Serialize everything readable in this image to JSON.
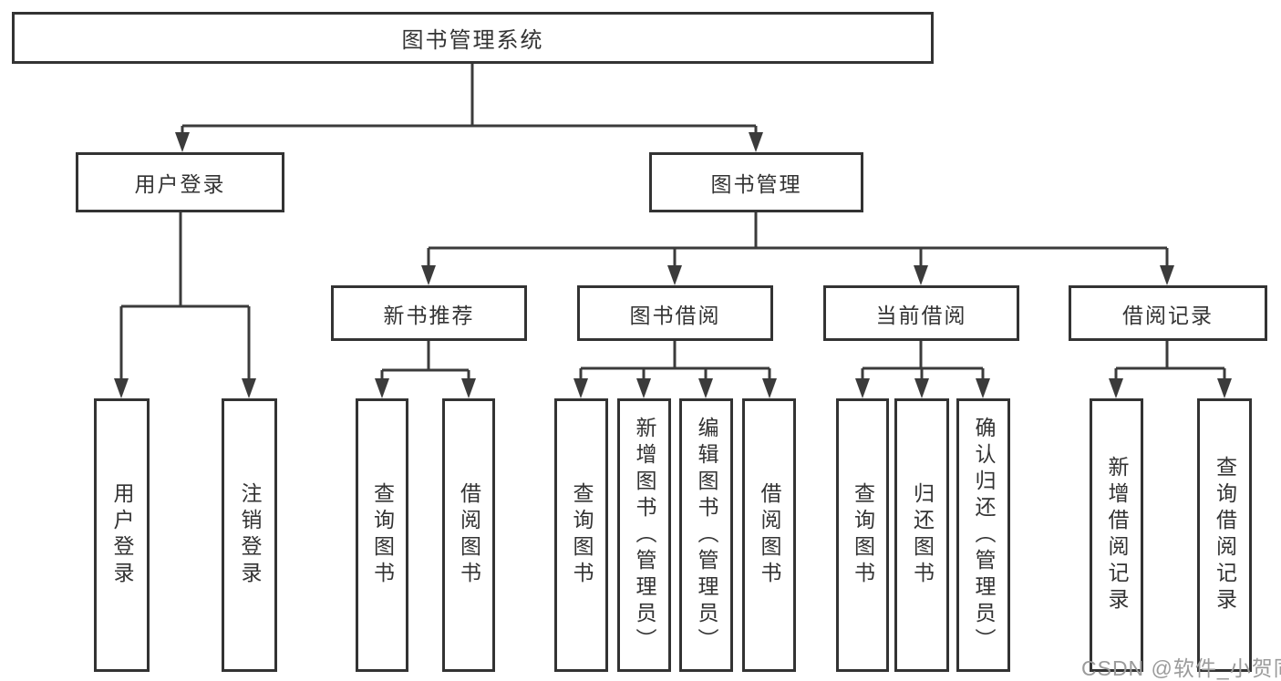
{
  "colors": {
    "line": "#3b3b3b",
    "box_border": "#333333",
    "text": "#333333",
    "watermark": "#9b9b9b",
    "background": "#ffffff"
  },
  "tree": {
    "root": "图书管理系统",
    "branches": [
      {
        "label": "用户登录",
        "children": [
          "用户登录",
          "注销登录"
        ]
      },
      {
        "label": "图书管理",
        "sections": [
          {
            "label": "新书推荐",
            "children": [
              "查询图书",
              "借阅图书"
            ]
          },
          {
            "label": "图书借阅",
            "children": [
              "查询图书",
              "新增图书（管理员）",
              "编辑图书（管理员）",
              "借阅图书"
            ]
          },
          {
            "label": "当前借阅",
            "children": [
              "查询图书",
              "归还图书",
              "确认归还（管理员）"
            ]
          },
          {
            "label": "借阅记录",
            "children": [
              "新增借阅记录",
              "查询借阅记录"
            ]
          }
        ]
      }
    ]
  },
  "watermark": {
    "text": "CSDN @软件_小贺同学"
  }
}
